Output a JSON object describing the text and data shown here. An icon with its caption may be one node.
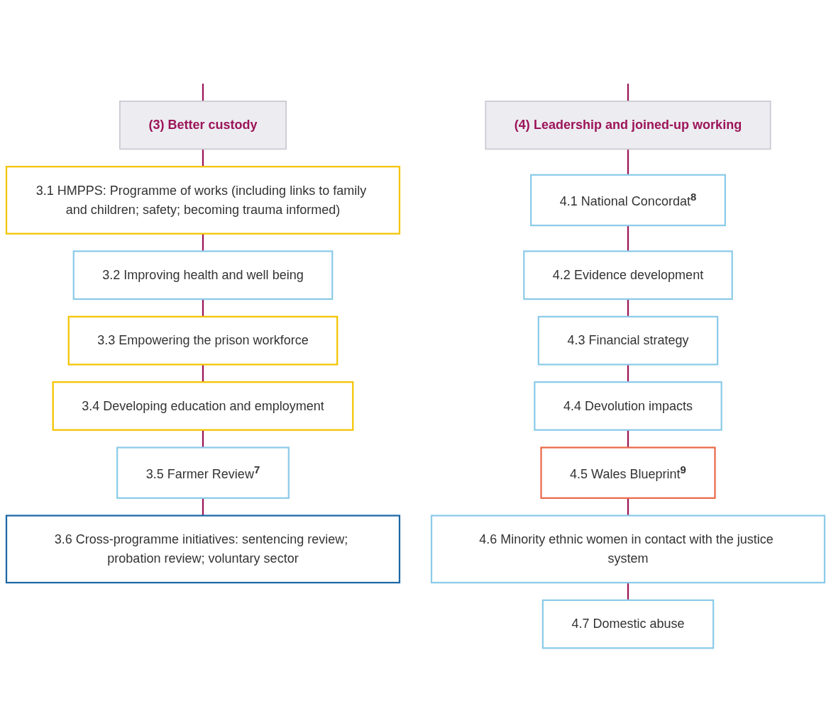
{
  "diagram": {
    "nodes": [
      {
        "text": [
          "(3) Better custody"
        ]
      },
      {
        "text": [
          "3.1 HMPPS: Programme of works (including links to family and children; safety; becoming trauma informed)"
        ]
      },
      {
        "text": [
          "3.2 Improving health and well being"
        ]
      },
      {
        "text": [
          "3.3 Empowering the prison workforce"
        ]
      },
      {
        "text": [
          "3.4 Developing education and employment"
        ]
      },
      {
        "text": [
          "3.5 Farmer Review$^{7}$"
        ]
      },
      {
        "text": [
          "3.6 Cross-programme initiatives: sentencing review; probation review; voluntary sector"
        ]
      },
      {
        "text": [
          "(4) Leadership and joined-up working"
        ]
      },
      {
        "text": [
          "4.1 National Concordat$^{8}$"
        ]
      },
      {
        "text": [
          "4.2 Evidence development"
        ]
      },
      {
        "text": [
          "4.3 Financial strategy"
        ]
      },
      {
        "text": [
          "4.4 Devolution impacts"
        ]
      },
      {
        "text": [
          "4.5 Wales Blueprint$^{9}$"
        ]
      },
      {
        "text": [
          "4.6 Minority ethnic women in contact with the justice system"
        ]
      },
      {
        "text": [
          "4.7 Domestic abuse"
        ]
      }
    ],
    "edges": [
      {
        "from": null,
        "to": 0,
        "arrow": "none"
      },
      {
        "from": null,
        "to": 7,
        "arrow": "none"
      },
      {
        "from": 0,
        "to": 1,
        "arrow": "none"
      },
      {
        "from": 1,
        "to": 2,
        "arrow": "none"
      },
      {
        "from": 2,
        "to": 3,
        "arrow": "none"
      },
      {
        "from": 3,
        "to": 4,
        "arrow": "none"
      },
      {
        "from": 4,
        "to": 5,
        "arrow": "none"
      },
      {
        "from": 5,
        "to": 6,
        "arrow": "none"
      },
      {
        "from": 7,
        "to": 8,
        "arrow": "none"
      },
      {
        "from": 8,
        "to": 9,
        "arrow": "none"
      },
      {
        "from": 9,
        "to": 10,
        "arrow": "none"
      },
      {
        "from": 10,
        "to": 11,
        "arrow": "none"
      },
      {
        "from": 11,
        "to": 12,
        "arrow": "none"
      },
      {
        "from": 12,
        "to": 13,
        "arrow": "none"
      },
      {
        "from": 13,
        "to": 14,
        "arrow": "none"
      }
    ]
  }
}
